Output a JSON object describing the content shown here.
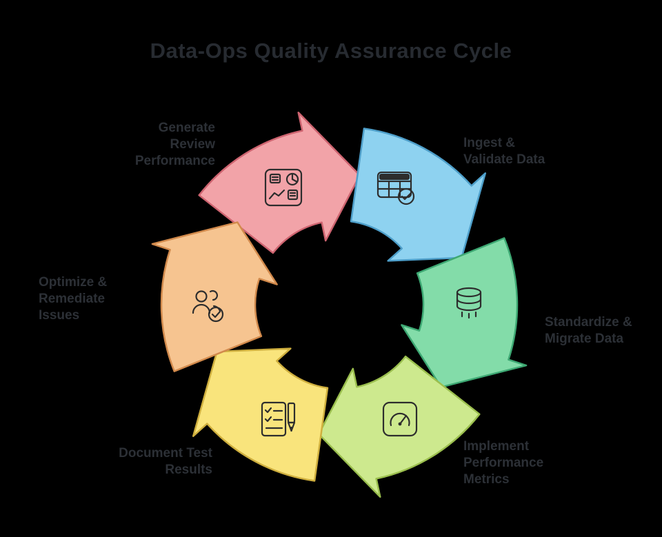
{
  "title": "Data-Ops Quality Assurance Cycle",
  "colors": {
    "background": "#000000",
    "title_text": "#272b31",
    "label_text": "#2c3036",
    "icon_stroke": "#2d2d2d"
  },
  "segments": [
    {
      "name": "generate-review-performance",
      "fill": "#F2A3A8",
      "stroke": "#CE6470",
      "icon": "report-chart-icon"
    },
    {
      "name": "ingest-validate-data",
      "fill": "#8ED2F0",
      "stroke": "#4D9EC9",
      "icon": "table-check-icon"
    },
    {
      "name": "standardize-migrate-data",
      "fill": "#83DCA9",
      "stroke": "#3DA873",
      "icon": "database-icon"
    },
    {
      "name": "implement-performance-metrics",
      "fill": "#CDE98E",
      "stroke": "#9BBF4E",
      "icon": "gauge-icon"
    },
    {
      "name": "document-test-results",
      "fill": "#F9E47C",
      "stroke": "#CFAF3E",
      "icon": "document-pen-icon"
    },
    {
      "name": "optimize-remediate-issues",
      "fill": "#F6C490",
      "stroke": "#D28A4C",
      "icon": "users-check-icon"
    }
  ],
  "labels": {
    "generate": {
      "lines": [
        "Generate",
        "Review",
        "Performance"
      ]
    },
    "ingest": {
      "lines": [
        "Ingest &",
        "Validate Data"
      ]
    },
    "standardize": {
      "lines": [
        "Standardize &",
        "Migrate Data"
      ]
    },
    "implement": {
      "lines": [
        "Implement",
        "Performance",
        "Metrics"
      ]
    },
    "document": {
      "lines": [
        "Document Test",
        "Results"
      ]
    },
    "optimize": {
      "lines": [
        "Optimize &",
        "Remediate",
        "Issues"
      ]
    }
  }
}
